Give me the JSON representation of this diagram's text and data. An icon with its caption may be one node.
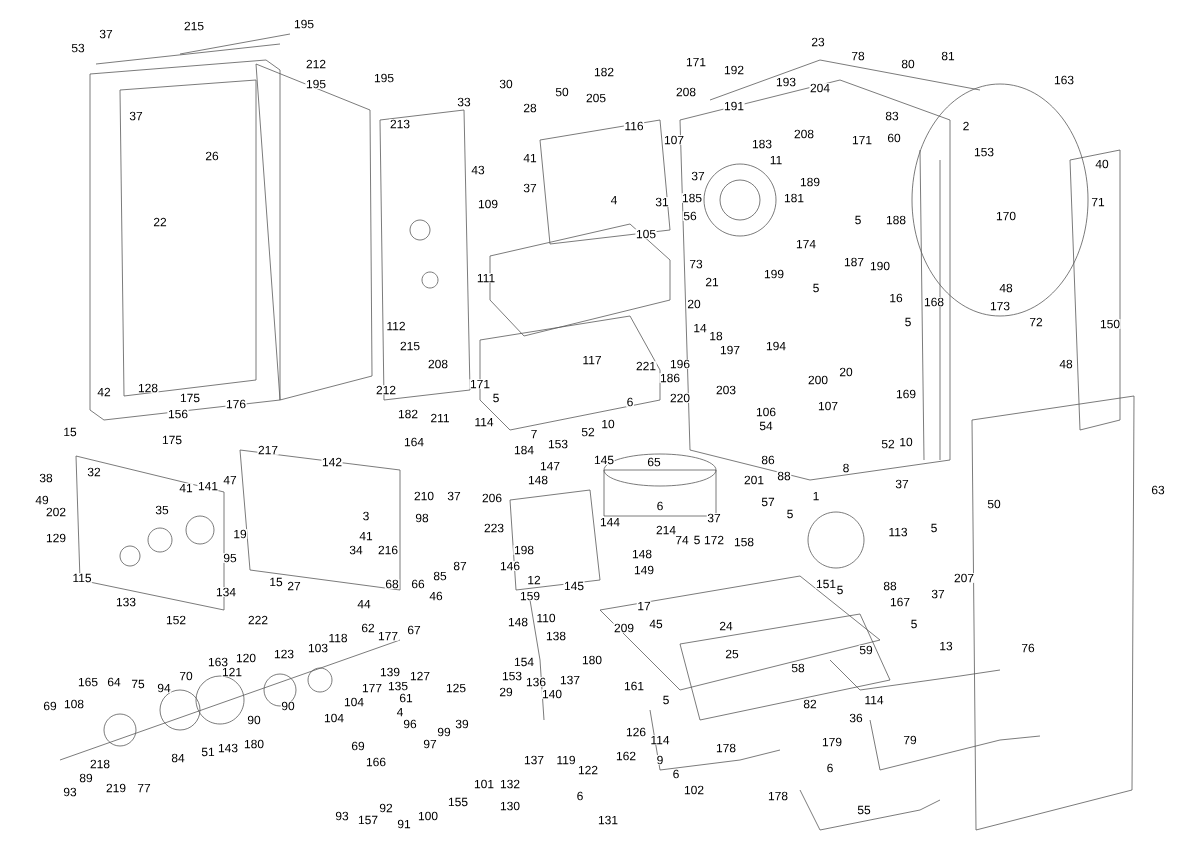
{
  "diagram": {
    "labels": [
      "53",
      "37",
      "215",
      "195",
      "212",
      "195",
      "195",
      "213",
      "37",
      "26",
      "22",
      "112",
      "215",
      "42",
      "128",
      "175",
      "176",
      "156",
      "212",
      "182",
      "171",
      "208",
      "192",
      "193",
      "191",
      "30",
      "33",
      "28",
      "50",
      "205",
      "116",
      "107",
      "183",
      "11",
      "43",
      "41",
      "37",
      "109",
      "4",
      "31",
      "185",
      "56",
      "37",
      "105",
      "181",
      "73",
      "111",
      "21",
      "199",
      "20",
      "14",
      "18",
      "197",
      "194",
      "208",
      "117",
      "221",
      "196",
      "186",
      "220",
      "203",
      "171",
      "5",
      "6",
      "182",
      "211",
      "114",
      "10",
      "106",
      "54",
      "23",
      "78",
      "80",
      "81",
      "163",
      "204",
      "208",
      "171",
      "83",
      "60",
      "2",
      "153",
      "40",
      "71",
      "189",
      "188",
      "170",
      "5",
      "174",
      "187",
      "190",
      "16",
      "5",
      "5",
      "168",
      "48",
      "173",
      "72",
      "150",
      "48",
      "200",
      "20",
      "169",
      "107",
      "15",
      "175",
      "217",
      "142",
      "38",
      "32",
      "41",
      "141",
      "47",
      "49",
      "202",
      "35",
      "3",
      "41",
      "34",
      "216",
      "129",
      "19",
      "95",
      "115",
      "15",
      "27",
      "133",
      "134",
      "152",
      "222",
      "44",
      "62",
      "177",
      "103",
      "118",
      "123",
      "120",
      "163",
      "121",
      "165",
      "64",
      "75",
      "94",
      "70",
      "69",
      "108",
      "177",
      "104",
      "90",
      "90",
      "104",
      "51",
      "143",
      "180",
      "84",
      "218",
      "89",
      "93",
      "219",
      "77",
      "69",
      "166",
      "93",
      "157",
      "92",
      "139",
      "135",
      "68",
      "66",
      "85",
      "87",
      "46",
      "67",
      "127",
      "125",
      "61",
      "4",
      "96",
      "99",
      "39",
      "97",
      "101",
      "155",
      "100",
      "91",
      "164",
      "184",
      "7",
      "153",
      "52",
      "147",
      "148",
      "145",
      "65",
      "86",
      "210",
      "37",
      "206",
      "201",
      "88",
      "98",
      "6",
      "57",
      "5",
      "37",
      "223",
      "144",
      "214",
      "74",
      "5",
      "172",
      "158",
      "148",
      "198",
      "146",
      "149",
      "12",
      "145",
      "159",
      "17",
      "110",
      "148",
      "209",
      "45",
      "24",
      "138",
      "25",
      "154",
      "180",
      "153",
      "136",
      "137",
      "29",
      "140",
      "161",
      "5",
      "126",
      "114",
      "178",
      "162",
      "137",
      "119",
      "9",
      "122",
      "6",
      "132",
      "130",
      "6",
      "102",
      "178",
      "131",
      "52",
      "10",
      "8",
      "37",
      "50",
      "63",
      "1",
      "113",
      "5",
      "151",
      "5",
      "88",
      "37",
      "207",
      "167",
      "5",
      "59",
      "13",
      "76",
      "58",
      "82",
      "114",
      "36",
      "179",
      "79",
      "6",
      "55"
    ]
  }
}
